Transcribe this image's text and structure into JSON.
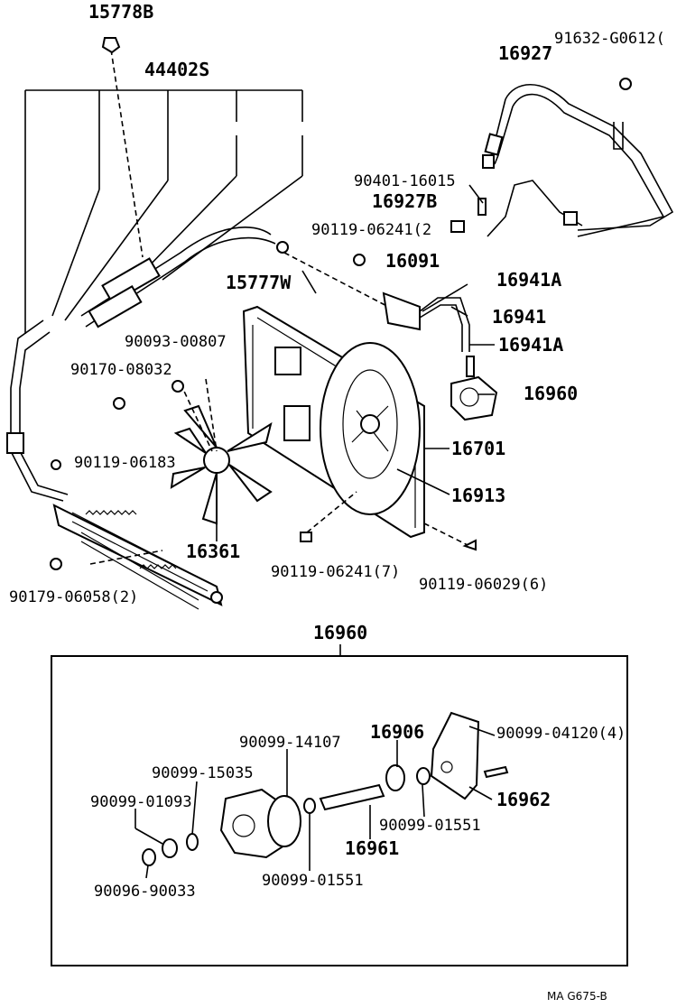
{
  "diagram": {
    "upper_labels": [
      "15778B",
      "44402S",
      "16927",
      "91632-G0612(",
      "90401-16015",
      "16927B",
      "90119-06241(2",
      "16091",
      "15777W",
      "16941A",
      "16941",
      "16941A",
      "90093-00807",
      "90170-08032",
      "16960",
      "16701",
      "90119-06183",
      "16913",
      "16361",
      "90119-06241(7)",
      "90119-06029(6)",
      "90179-06058(2)"
    ],
    "inset_title": "16960",
    "inset_labels": [
      "90099-14107",
      "16906",
      "90099-04120(4)",
      "90099-15035",
      "90099-01093",
      "16962",
      "90099-01551",
      "16961",
      "90096-90033",
      "90099-01551"
    ],
    "drawing_code": "MA G675-B"
  }
}
